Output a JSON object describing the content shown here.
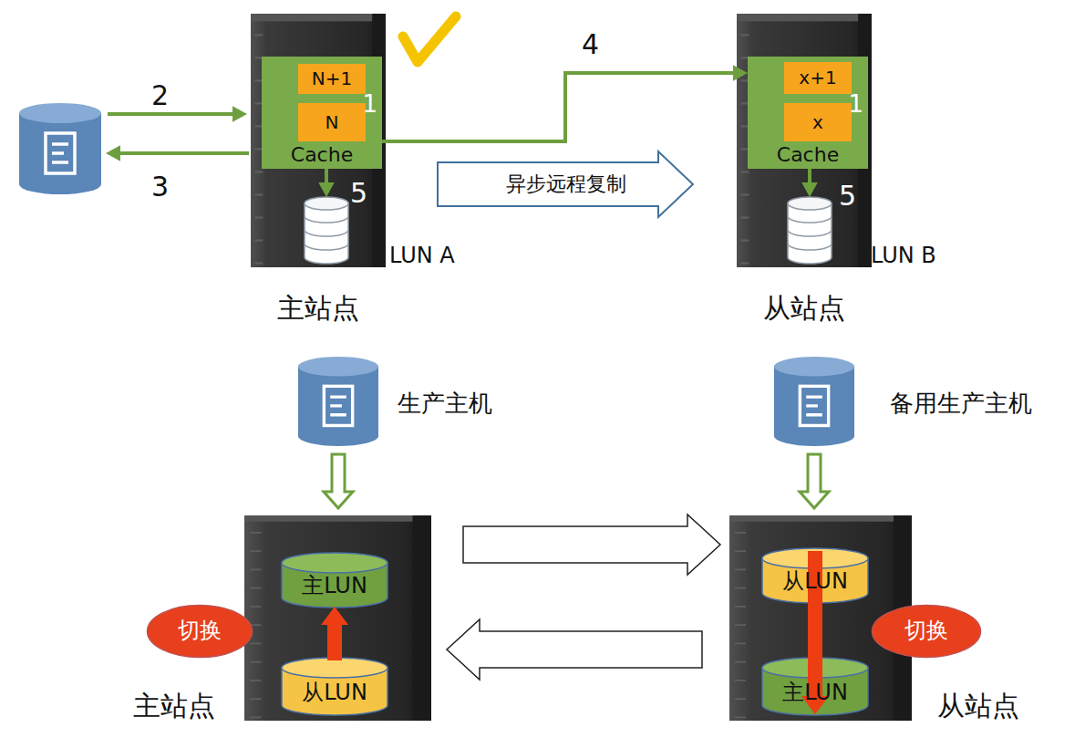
{
  "diagram": {
    "nodes": [
      {
        "text": []
      },
      {
        "text": [
          "主站点"
        ]
      },
      {
        "text": [
          "Cache",
          "1"
        ],
        "in": 1
      },
      {
        "text": [
          "N+1"
        ],
        "in": 2
      },
      {
        "text": [
          "N"
        ],
        "in": 2
      },
      {
        "text": [
          "LUN A"
        ],
        "in": 1
      },
      {
        "text": [
          "从站点"
        ]
      },
      {
        "text": [
          "Cache",
          "1"
        ],
        "in": 6
      },
      {
        "text": [
          "x+1"
        ],
        "in": 7
      },
      {
        "text": [
          "x"
        ],
        "in": 7
      },
      {
        "text": [
          "LUN B"
        ],
        "in": 6
      },
      {
        "text": [
          "异步远程复制"
        ]
      },
      {
        "text": [
          "生产主机"
        ]
      },
      {
        "text": [
          "备用生产主机"
        ]
      },
      {
        "text": [
          "主站点"
        ]
      },
      {
        "text": [
          "主LUN"
        ],
        "in": 14
      },
      {
        "text": [
          "从LUN"
        ],
        "in": 14
      },
      {
        "text": [
          "切换"
        ]
      },
      {
        "text": [
          "从站点"
        ]
      },
      {
        "text": [
          "从LUN"
        ],
        "in": 18
      },
      {
        "text": [
          "主LUN"
        ],
        "in": 18
      },
      {
        "text": [
          "切换"
        ]
      }
    ],
    "edges": [
      {
        "from": 0,
        "to": 1,
        "label": "2",
        "arrow": "to"
      },
      {
        "from": 1,
        "to": 0,
        "label": "3",
        "arrow": "to"
      },
      {
        "from": 2,
        "to": 7,
        "label": "4",
        "arrow": "to"
      },
      {
        "from": 2,
        "to": 5,
        "label": "5",
        "arrow": "to"
      },
      {
        "from": 7,
        "to": 10,
        "label": "5",
        "arrow": "to"
      },
      {
        "from": 12,
        "to": 14,
        "arrow": "to"
      },
      {
        "from": 13,
        "to": 18,
        "arrow": "to"
      },
      {
        "from": 14,
        "to": 18,
        "arrow": "to"
      },
      {
        "from": 18,
        "to": 14,
        "arrow": "to"
      },
      {
        "from": 16,
        "to": 15,
        "arrow": "to"
      },
      {
        "from": 19,
        "to": 20,
        "arrow": "to"
      }
    ]
  }
}
